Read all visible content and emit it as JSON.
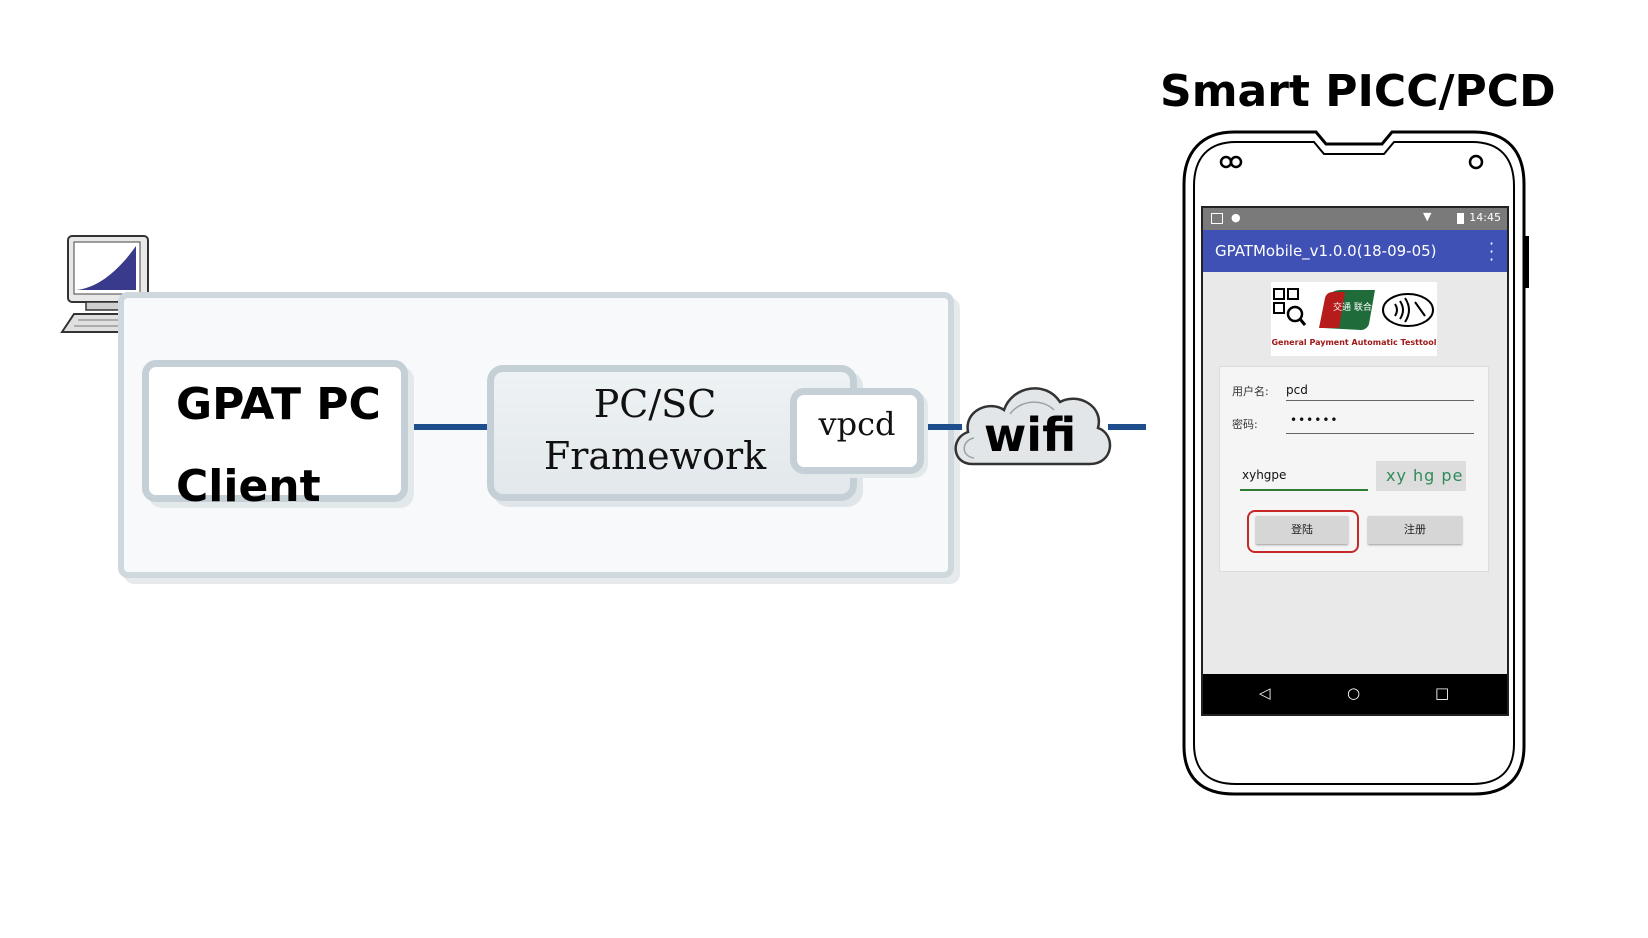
{
  "pc": {
    "client_title": "GPAT PC Client",
    "framework_line1": "PC/SC",
    "framework_line2": "Framework",
    "vpcd": "vpcd"
  },
  "network": {
    "label": "wifi"
  },
  "phone": {
    "title": "Smart PICC/PCD",
    "status_time": "14:45",
    "app_title": "GPATMobile_v1.0.0(18-09-05)",
    "logo_caption": "General Payment Automatic Testtool",
    "logo_badge": "交通 联合",
    "username_label": "用户名:",
    "username_value": "pcd",
    "password_label": "密码:",
    "password_value": "••••••",
    "captcha_input": "xyhgpe",
    "captcha_image": "xy hg pe",
    "login_button": "登陆",
    "register_button": "注册"
  },
  "colors": {
    "link": "#1f4e8c",
    "appbar": "#3f51b5",
    "highlight": "#c62828"
  }
}
